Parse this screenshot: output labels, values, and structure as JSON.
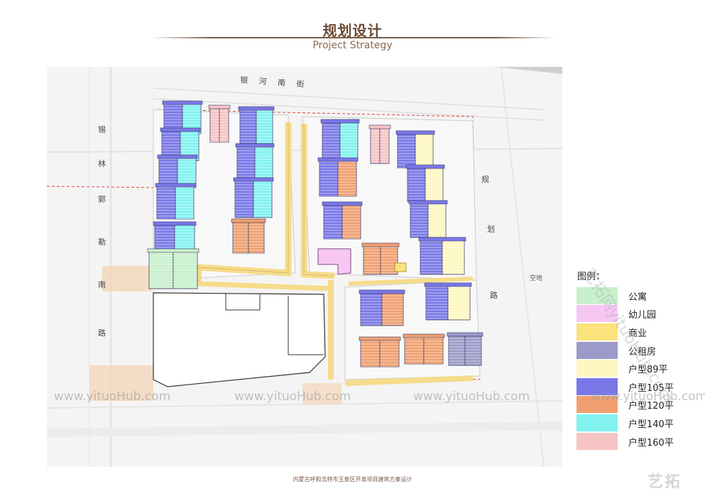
{
  "header": {
    "title_zh": "规划设计",
    "title_en": "Project Strategy"
  },
  "plan": {
    "streets": {
      "north": "银 河 南 街",
      "west": [
        "锡",
        "林",
        "郭",
        "勒",
        "南",
        "路"
      ],
      "east": [
        "规",
        "划",
        "路"
      ],
      "east_label": "空地"
    },
    "colors": {
      "apartment": "#c8f0cc",
      "kindergarten": "#f7c6f3",
      "commercial": "#fbe27a",
      "public_rental": "#9c9ac8",
      "u89": "#fdf7c0",
      "u105": "#7a78e8",
      "u120": "#f0a070",
      "u140": "#82f2f0",
      "u160": "#f7c4c4",
      "road_yellow": "#f6dc8a",
      "road_line": "#e04040"
    }
  },
  "legend": {
    "title": "图例：",
    "items": [
      {
        "label": "公寓",
        "color": "#c8f0cc"
      },
      {
        "label": "幼儿园",
        "color": "#f7c6f3"
      },
      {
        "label": "商业",
        "color": "#fbe27a"
      },
      {
        "label": "公租房",
        "color": "#9c9ac8"
      },
      {
        "label": "户型89平",
        "color": "#fdf7c0"
      },
      {
        "label": "户型105平",
        "color": "#7a78e8"
      },
      {
        "label": "户型120平",
        "color": "#f0a070"
      },
      {
        "label": "户型140平",
        "color": "#82f2f0"
      },
      {
        "label": "户型160平",
        "color": "#f7c4c4"
      }
    ]
  },
  "watermark": {
    "text": "www.yituoHub.com",
    "diagonal": "艺拓网yituoHub.com",
    "logo": "艺拓"
  },
  "footer": {
    "caption": "内蒙古呼和浩特市玉泉区开发项目建筑方案设计"
  }
}
